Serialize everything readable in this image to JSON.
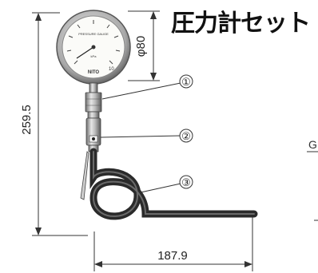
{
  "title": "圧力計セット",
  "dimensions": {
    "height": "259.5",
    "diameter": "φ80",
    "width": "187.9"
  },
  "gauge": {
    "brand": "NITO",
    "scale_label": "PRESSURE GAUGE",
    "max_value": "10",
    "unit": "kPa"
  },
  "callouts": [
    "①",
    "②",
    "③"
  ],
  "edge_label": "G"
}
